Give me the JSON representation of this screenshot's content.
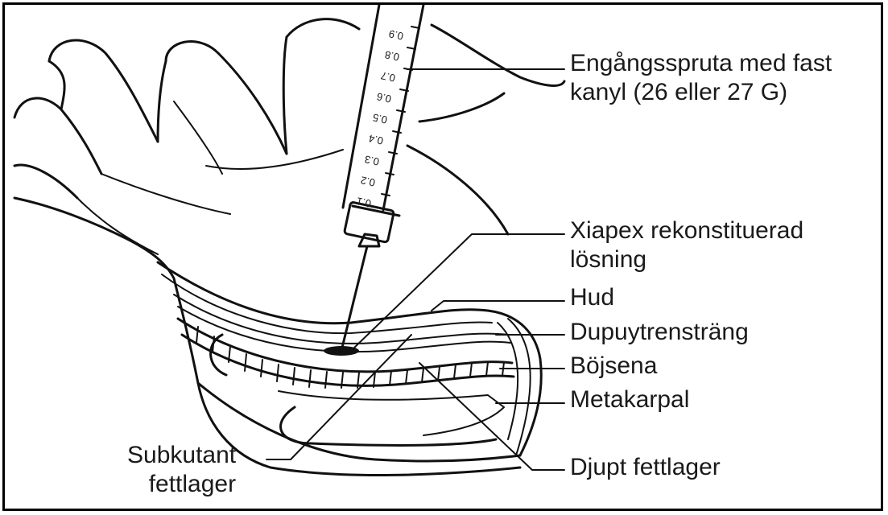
{
  "labels": {
    "syringe": {
      "line1": "Engångsspruta med fast",
      "line2": "kanyl (26 eller 27 G)"
    },
    "solution": {
      "line1": "Xiapex rekonstituerad",
      "line2": "lösning"
    },
    "skin": "Hud",
    "cord": "Dupuytrensträng",
    "tendon": "Böjsena",
    "metacarpal": "Metakarpal",
    "subcutaneous": {
      "line1": "Subkutant",
      "line2": "fettlager"
    },
    "deep_fat": "Djupt fettlager"
  },
  "syringe_scale": [
    "0.1",
    "0.2",
    "0.3",
    "0.4",
    "0.5",
    "0.6",
    "0.7",
    "0.8",
    "0.9"
  ]
}
